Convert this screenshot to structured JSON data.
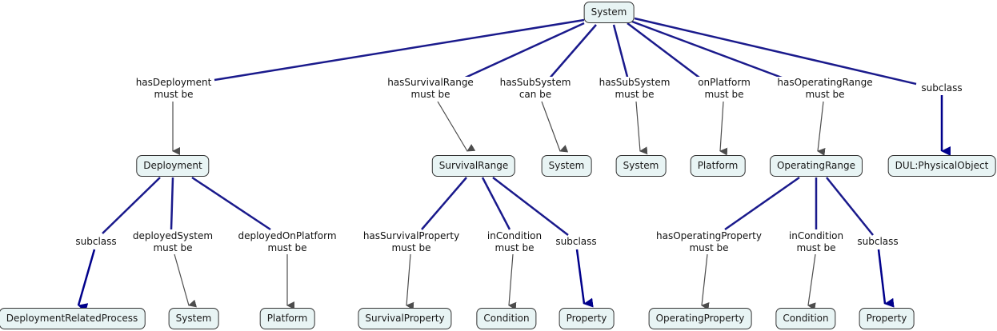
{
  "diagram": {
    "colors": {
      "subclass_line": "#00008b",
      "link_line": "#1a1a8c",
      "relation_arrow": "#4d4d4d",
      "node_fill": "#e8f4f4",
      "node_border": "#333333"
    },
    "nodes": {
      "system_root": "System",
      "deployment": "Deployment",
      "survival_range": "SurvivalRange",
      "system_can": "System",
      "system_must": "System",
      "platform_top": "Platform",
      "operating_range": "OperatingRange",
      "dul_physical_object": "DUL:PhysicalObject",
      "deployment_related_process": "DeploymentRelatedProcess",
      "deployed_system": "System",
      "deployed_platform": "Platform",
      "survival_property": "SurvivalProperty",
      "survival_condition": "Condition",
      "survival_property_super": "Property",
      "operating_property": "OperatingProperty",
      "operating_condition": "Condition",
      "operating_property_super": "Property"
    },
    "relations": {
      "has_deployment": {
        "name": "hasDeployment",
        "qualifier": "must be"
      },
      "has_survival_range": {
        "name": "hasSurvivalRange",
        "qualifier": "must be"
      },
      "has_subsystem_can": {
        "name": "hasSubSystem",
        "qualifier": "can be"
      },
      "has_subsystem_must": {
        "name": "hasSubSystem",
        "qualifier": "must be"
      },
      "on_platform": {
        "name": "onPlatform",
        "qualifier": "must be"
      },
      "has_operating_range": {
        "name": "hasOperatingRange",
        "qualifier": "must be"
      },
      "system_subclass": {
        "name": "subclass",
        "qualifier": ""
      },
      "deployment_subclass": {
        "name": "subclass",
        "qualifier": ""
      },
      "deployed_system": {
        "name": "deployedSystem",
        "qualifier": "must be"
      },
      "deployed_on_platform": {
        "name": "deployedOnPlatform",
        "qualifier": "must be"
      },
      "has_survival_property": {
        "name": "hasSurvivalProperty",
        "qualifier": "must be"
      },
      "survival_in_condition": {
        "name": "inCondition",
        "qualifier": "must be"
      },
      "survival_subclass": {
        "name": "subclass",
        "qualifier": ""
      },
      "has_operating_property": {
        "name": "hasOperatingProperty",
        "qualifier": "must be"
      },
      "operating_in_condition": {
        "name": "inCondition",
        "qualifier": "must be"
      },
      "operating_subclass": {
        "name": "subclass",
        "qualifier": ""
      }
    }
  }
}
